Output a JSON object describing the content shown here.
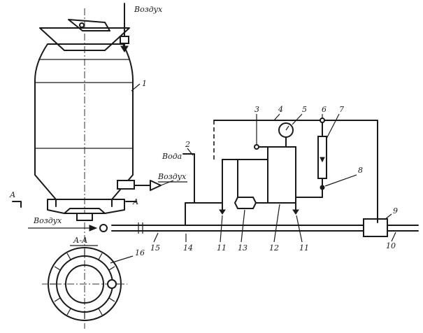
{
  "labels": {
    "air_top": "Воздух",
    "air_right": "Воздух",
    "air_bottom": "Воздух",
    "water": "Вода",
    "section_mark_left": "А",
    "section_mark_right": "А",
    "section_title": "А-А"
  },
  "numbers": {
    "n1": "1",
    "n2": "2",
    "n3": "3",
    "n4": "4",
    "n5": "5",
    "n6": "6",
    "n7": "7",
    "n8": "8",
    "n9": "9",
    "n10": "10",
    "n11a": "11",
    "n11b": "11",
    "n12": "12",
    "n13": "13",
    "n14": "14",
    "n15": "15",
    "n16": "16"
  }
}
